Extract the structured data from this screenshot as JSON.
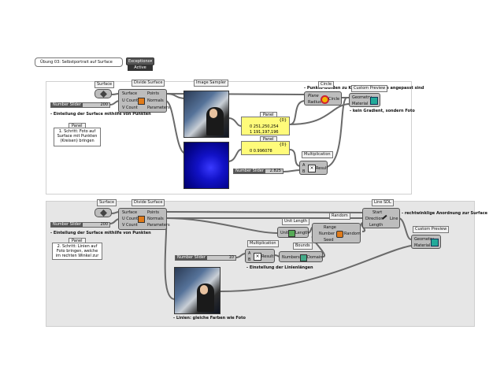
{
  "header": {
    "title": "Übung 03: Selbstportrait auf Surface",
    "toggle_label": "Exceptions",
    "toggle_badge": "Active"
  },
  "group1": {
    "note_top": "- Punkte werden zu Kreisen, die Farbe angepasst sind",
    "note_left": "- Einteilung der Surface mithilfe von Punkten",
    "note_right": "- kein Gradient, sondern Foto",
    "surface_tag": "Surface",
    "divide_tag": "Divide Surface",
    "divide_in": [
      "Surface",
      "U Count",
      "V Count"
    ],
    "divide_out": [
      "Points",
      "Normals",
      "Parameters"
    ],
    "slider_name": "Number Slider",
    "slider_value": "200",
    "panel_title": "Panel",
    "panel_text": "1. Schritt: Foto auf Surface mit Punkten (Kreisen) bringen",
    "image_sampler_tag": "Image Sampler",
    "panel1_title": "Panel",
    "panel1_index": "{0}",
    "panel1_rows": [
      "0 251,250,254",
      "1 191,197,196"
    ],
    "panel2_title": "Panel",
    "panel2_index": "{0}",
    "panel2_rows": [
      "0 0.996078"
    ],
    "circle_tag": "Circle",
    "circle_in": [
      "Plane",
      "Radius"
    ],
    "circle_name": "Circle",
    "preview_tag": "Custom Preview",
    "preview_in": [
      "Geometry",
      "Material"
    ],
    "mult_tag": "Multiplication",
    "mult_in": [
      "A",
      "B"
    ],
    "mult_out": "Result",
    "slider2_name": "Number Slider",
    "slider2_value": "2.825"
  },
  "group2": {
    "surface_tag": "Surface",
    "divide_tag": "Divide Surface",
    "divide_in": [
      "Surface",
      "U Count",
      "V Count"
    ],
    "divide_out": [
      "Points",
      "Normals",
      "Parameters"
    ],
    "slider_name": "Number Slider",
    "slider_value": "200",
    "note_left": "- Einteilung der Surface mithilfe von Punkten",
    "panel_title": "Panel",
    "panel_text": "2. Schritt: Linien auf Foto bringen, welche im rechten Winkel zur",
    "random_tag": "Random",
    "random_in": [
      "Range",
      "Number",
      "Seed"
    ],
    "random_name": "Random",
    "linesdl_tag": "Line SDL",
    "linesdl_in": [
      "Start",
      "Direction",
      "Length"
    ],
    "linesdl_out": "Line",
    "note_right": "- rechtwinklige Anordnung zur Surface",
    "unit_tag": "Unit Length",
    "unit_in": "Unit",
    "unit_out": "Length",
    "bounds_tag": "Bounds",
    "bounds_in": "Numbers",
    "bounds_out": "Domain",
    "mult_tag": "Multiplication",
    "mult_in": [
      "A",
      "B"
    ],
    "mult_out": "Result",
    "slider2_name": "Number Slider",
    "slider2_value": "10",
    "note_mid": "- Einstellung der Linienlängen",
    "preview_tag": "Custom Preview",
    "preview_in": [
      "Geometry",
      "Material"
    ],
    "note_bottom": "- Linien: gleiche Farben wie Foto"
  },
  "colors": {
    "group1_bg": "#ffffff",
    "group2_bg": "#e6e6e6",
    "component": "#bdbdbd",
    "panel_yellow": "#fffb7a",
    "wire": "#6a6a6a"
  }
}
